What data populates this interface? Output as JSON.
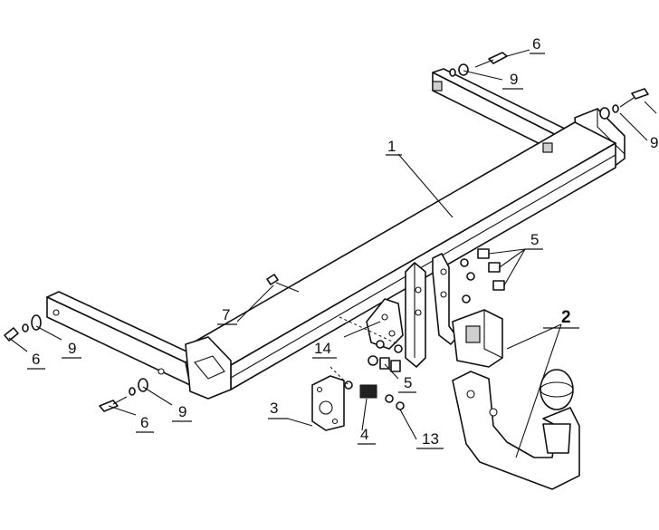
{
  "callouts": {
    "crossbar": "1",
    "ball_and_socket": "2",
    "socket_plate": "3",
    "spring_washer": "4",
    "bracket_bolts": "5",
    "bolt_top": "6",
    "bolt_left": "6",
    "bolt_bottom": "6",
    "bolt_mid": "7",
    "washer_top": "9",
    "washer_right": "9",
    "washer_left": "9",
    "washer_bottom": "9",
    "nut": "13",
    "bracket_small": "14",
    "bracket_small_bolts": "5"
  }
}
